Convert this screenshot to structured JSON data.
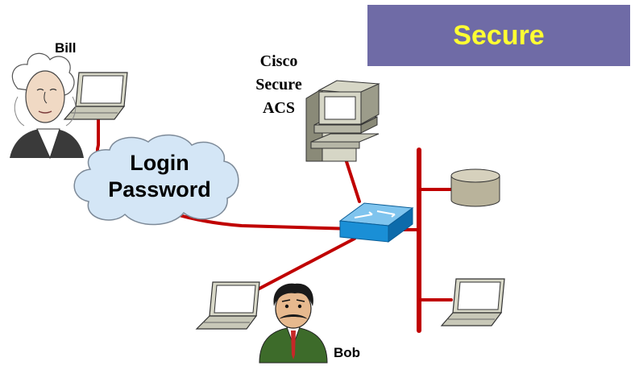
{
  "banner": {
    "title": "Secure"
  },
  "people": {
    "bill": {
      "name": "Bill"
    },
    "bob": {
      "name": "Bob"
    }
  },
  "server": {
    "line1": "Cisco",
    "line2": "Secure",
    "line3": "ACS"
  },
  "cloud": {
    "line1": "Login",
    "line2": "Password"
  },
  "colors": {
    "banner_bg": "#6f6ba6",
    "banner_text": "#ffff33",
    "link": "#c00000",
    "switch": "#1a8fd6"
  }
}
